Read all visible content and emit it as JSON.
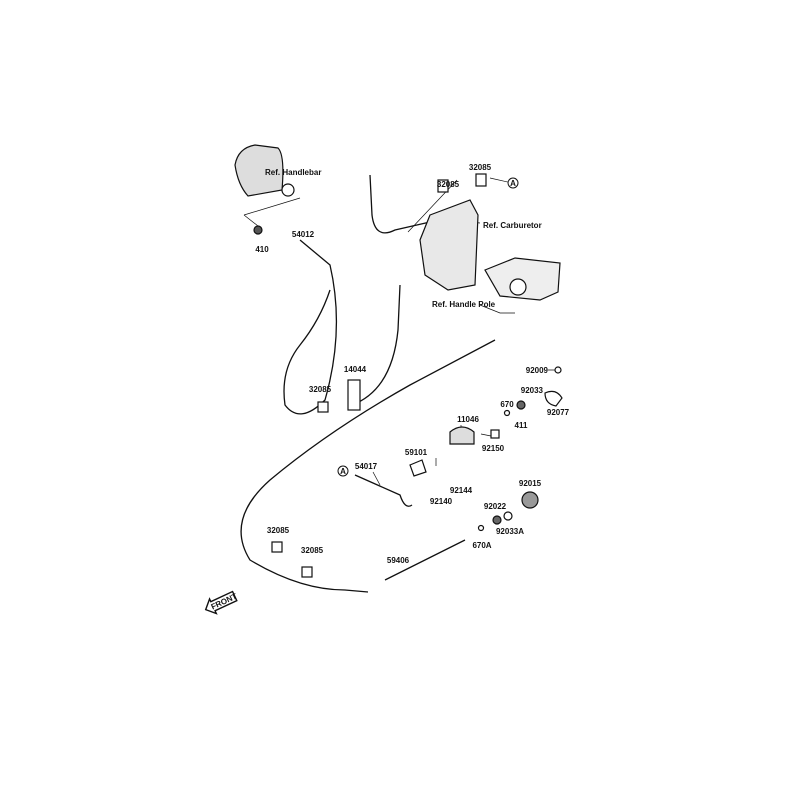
{
  "diagram": {
    "labels": [
      {
        "text": "Ref. Handlebar"
      },
      {
        "text": "32085"
      },
      {
        "text": "32085"
      },
      {
        "text": "Ref. Carburetor"
      },
      {
        "text": "410"
      },
      {
        "text": "54012"
      },
      {
        "text": "Ref. Handle Pole"
      },
      {
        "text": "92009"
      },
      {
        "text": "14044"
      },
      {
        "text": "32085"
      },
      {
        "text": "92033"
      },
      {
        "text": "670"
      },
      {
        "text": "411"
      },
      {
        "text": "92077"
      },
      {
        "text": "11046"
      },
      {
        "text": "92150"
      },
      {
        "text": "59101"
      },
      {
        "text": "54017"
      },
      {
        "text": "92144"
      },
      {
        "text": "92140"
      },
      {
        "text": "92015"
      },
      {
        "text": "92022"
      },
      {
        "text": "92033A"
      },
      {
        "text": "670A"
      },
      {
        "text": "32085"
      },
      {
        "text": "32085"
      },
      {
        "text": "59406"
      }
    ],
    "ref_markers": [
      "A",
      "A"
    ],
    "front_arrow": "FRONT"
  }
}
